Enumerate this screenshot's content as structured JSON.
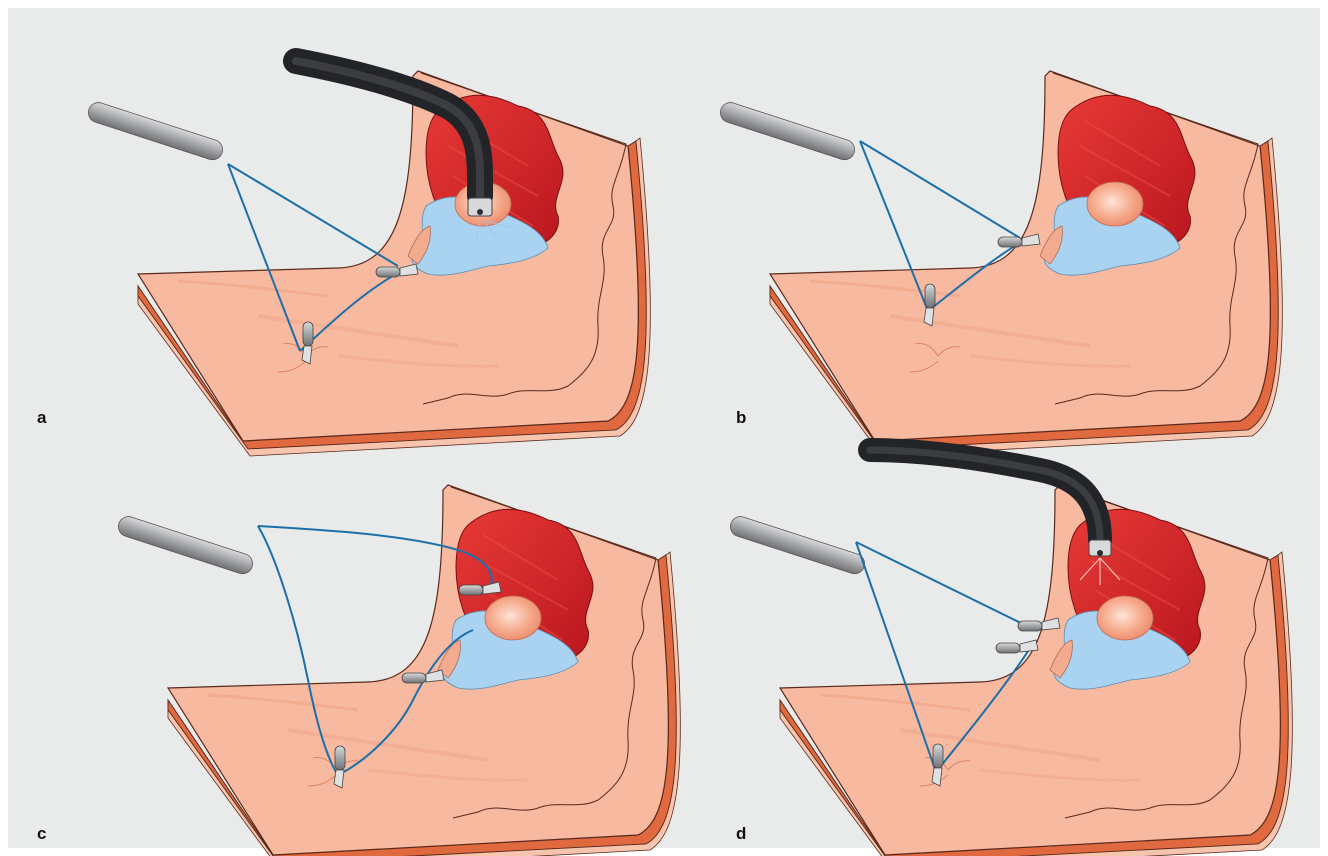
{
  "panels": [
    {
      "label": "a",
      "has_endoscope": true,
      "configuration": "crossed"
    },
    {
      "label": "b",
      "has_endoscope": false,
      "configuration": "crossed"
    },
    {
      "label": "c",
      "has_endoscope": false,
      "configuration": "looped"
    },
    {
      "label": "d",
      "has_endoscope": true,
      "configuration": "double-clip"
    }
  ],
  "colors": {
    "background": "#e9eaea",
    "tissue": "#f7b9a0",
    "muscle_layer": "#e0693f",
    "lesion_base": "#d8242b",
    "lesion_fluid": "#a9d3f0",
    "thread": "#1d6fa8",
    "endoscope": "#3d3f44",
    "steel": "#a6a8ab"
  }
}
